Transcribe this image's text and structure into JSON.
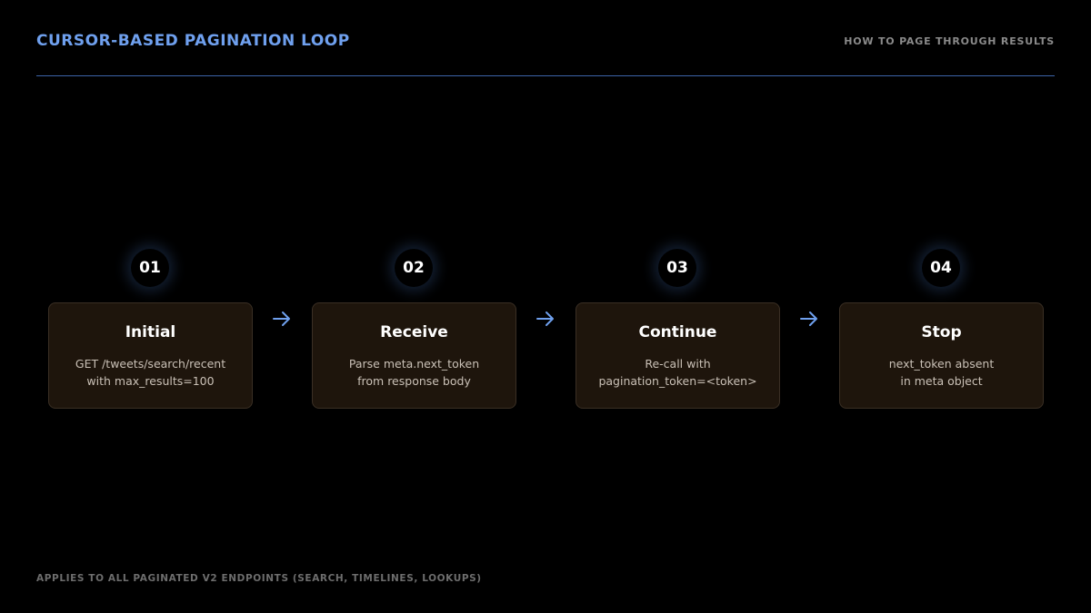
{
  "header": {
    "title": "CURSOR-BASED PAGINATION LOOP",
    "subtitle": "HOW TO PAGE THROUGH RESULTS"
  },
  "steps": [
    {
      "number": "01",
      "title": "Initial",
      "lines": [
        "GET /tweets/search/recent",
        "with max_results=100"
      ]
    },
    {
      "number": "02",
      "title": "Receive",
      "lines": [
        "Parse meta.next_token",
        "from response body"
      ]
    },
    {
      "number": "03",
      "title": "Continue",
      "lines": [
        "Re-call with",
        "pagination_token=<token>"
      ]
    },
    {
      "number": "04",
      "title": "Stop",
      "lines": [
        "next_token absent",
        "in meta object"
      ]
    }
  ],
  "arrows": [
    "arrow-right-icon",
    "arrow-right-icon",
    "arrow-right-icon"
  ],
  "footer": {
    "note": "APPLIES TO ALL PAGINATED V2 ENDPOINTS (SEARCH, TIMELINES, LOOKUPS)"
  },
  "colors": {
    "accent": "#6fa0ee",
    "card_bg": "#1e150c",
    "background": "#000000"
  }
}
